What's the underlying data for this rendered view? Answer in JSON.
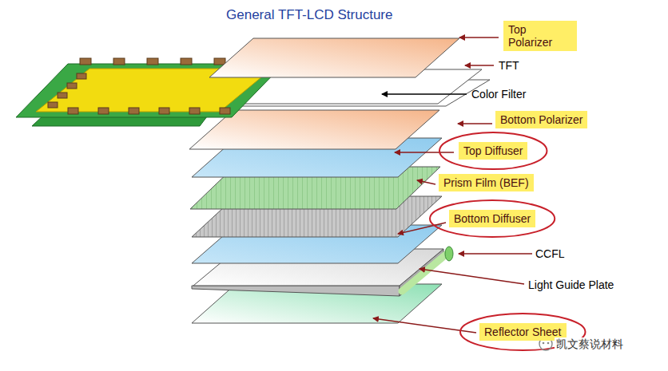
{
  "diagram": {
    "title": "General TFT-LCD Structure",
    "nodes": [
      {
        "text": [
          "Top Polarizer"
        ]
      },
      {
        "text": [
          "Bottom Polarizer"
        ]
      },
      {
        "text": [
          "Top Diffuser"
        ]
      },
      {
        "text": [
          "Prism Film (BEF)"
        ]
      },
      {
        "text": [
          "Bottom Diffuser"
        ]
      },
      {
        "text": [
          "Reflector Sheet"
        ]
      }
    ],
    "labels": [
      "TFT",
      "Color Filter",
      "CCFL",
      "Light Guide Plate",
      "凯文蔡说材料"
    ]
  }
}
